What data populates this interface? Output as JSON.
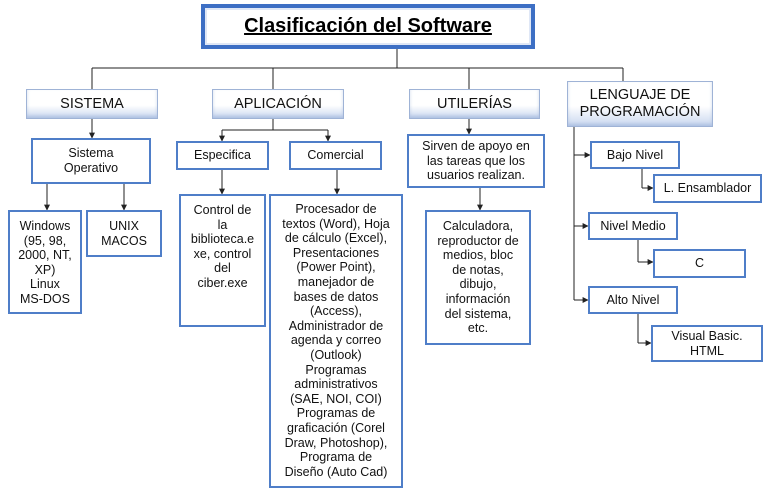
{
  "title": "Clasificación del Software",
  "categories": {
    "sistema": "SISTEMA",
    "aplicacion": "APLICACIÓN",
    "utilerias": "UTILERÍAS",
    "lenguaje": "LENGUAJE DE\nPROGRAMACIÓN"
  },
  "sistema": {
    "operativo": "Sistema\nOperativo",
    "windows": "Windows\n(95, 98,\n2000, NT,\nXP)\nLinux\nMS-DOS",
    "unix": "UNIX\nMACOS"
  },
  "aplicacion": {
    "especifica": "Especifica",
    "comercial": "Comercial",
    "especifica_desc": "Control de\nla\nbiblioteca.e\nxe, control\ndel\nciber.exe",
    "comercial_desc": "Procesador de\ntextos (Word), Hoja\nde cálculo (Excel),\nPresentaciones\n(Power Point),\nmanejador de\nbases de datos\n(Access),\nAdministrador de\nagenda y correo\n(Outlook)\nProgramas\nadministrativos\n(SAE, NOI, COI)\nProgramas de\ngraficación (Corel\nDraw, Photoshop),\nPrograma de\nDiseño (Auto Cad)"
  },
  "utilerias": {
    "apoyo": "Sirven de apoyo en\nlas tareas que los\nusuarios realizan.",
    "ejemplos": "Calculadora,\nreproductor de\nmedios, bloc\nde notas,\ndibujo,\ninformación\ndel sistema,\netc."
  },
  "lenguaje": {
    "bajo": "Bajo Nivel",
    "bajo_ej": "L. Ensamblador",
    "medio": "Nivel Medio",
    "medio_ej": "C",
    "alto": "Alto Nivel",
    "alto_ej": "Visual Basic.\nHTML"
  },
  "colors": {
    "border": "#4f7ec8",
    "title_border": "#3d6fc4",
    "category_gradient": "#c9d7ef",
    "connector": "#222222"
  }
}
